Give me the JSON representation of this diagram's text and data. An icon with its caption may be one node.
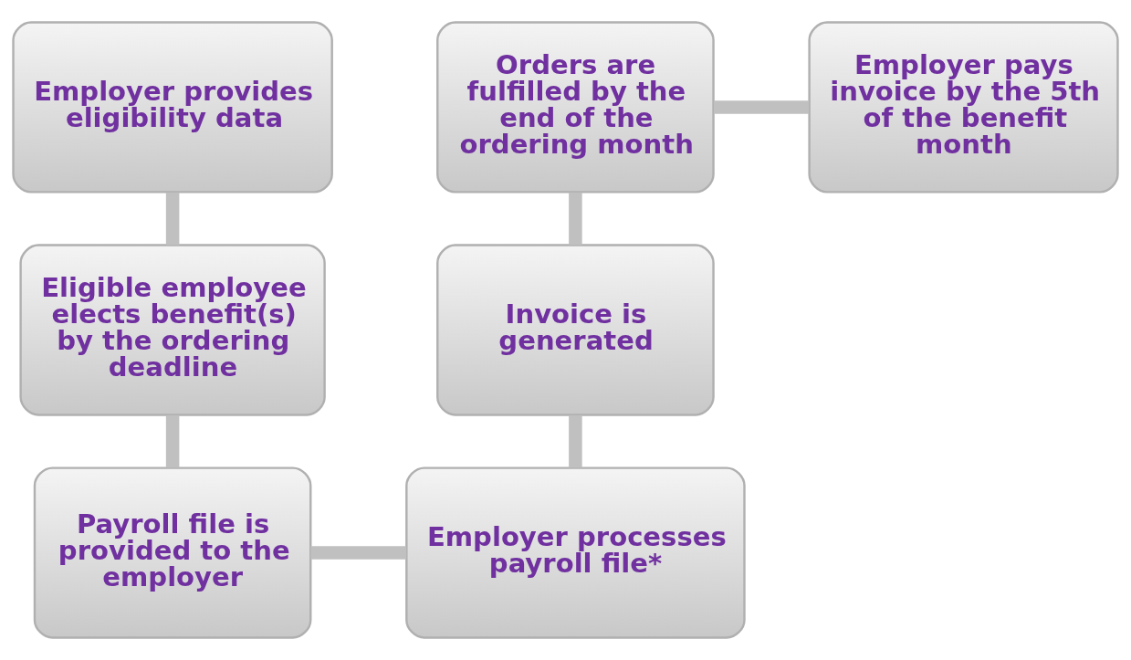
{
  "diagram": {
    "nodes": [
      {
        "text": [
          "Employer provides eligibility data"
        ]
      },
      {
        "text": [
          "Eligible employee elects benefit(s) by the ordering deadline"
        ]
      },
      {
        "text": [
          "Payroll file is provided to the employer"
        ]
      },
      {
        "text": [
          "Employer processes payroll file*"
        ]
      },
      {
        "text": [
          "Invoice is generated"
        ]
      },
      {
        "text": [
          "Orders are fulfilled by the end of the ordering month"
        ]
      },
      {
        "text": [
          "Employer pays invoice by the 5th of the benefit month"
        ]
      }
    ],
    "edges": [
      {
        "from": 0,
        "to": 1,
        "arrow": "none"
      },
      {
        "from": 1,
        "to": 2,
        "arrow": "none"
      },
      {
        "from": 2,
        "to": 3,
        "arrow": "none"
      },
      {
        "from": 3,
        "to": 4,
        "arrow": "none"
      },
      {
        "from": 4,
        "to": 5,
        "arrow": "none"
      },
      {
        "from": 5,
        "to": 6,
        "arrow": "none"
      }
    ]
  }
}
